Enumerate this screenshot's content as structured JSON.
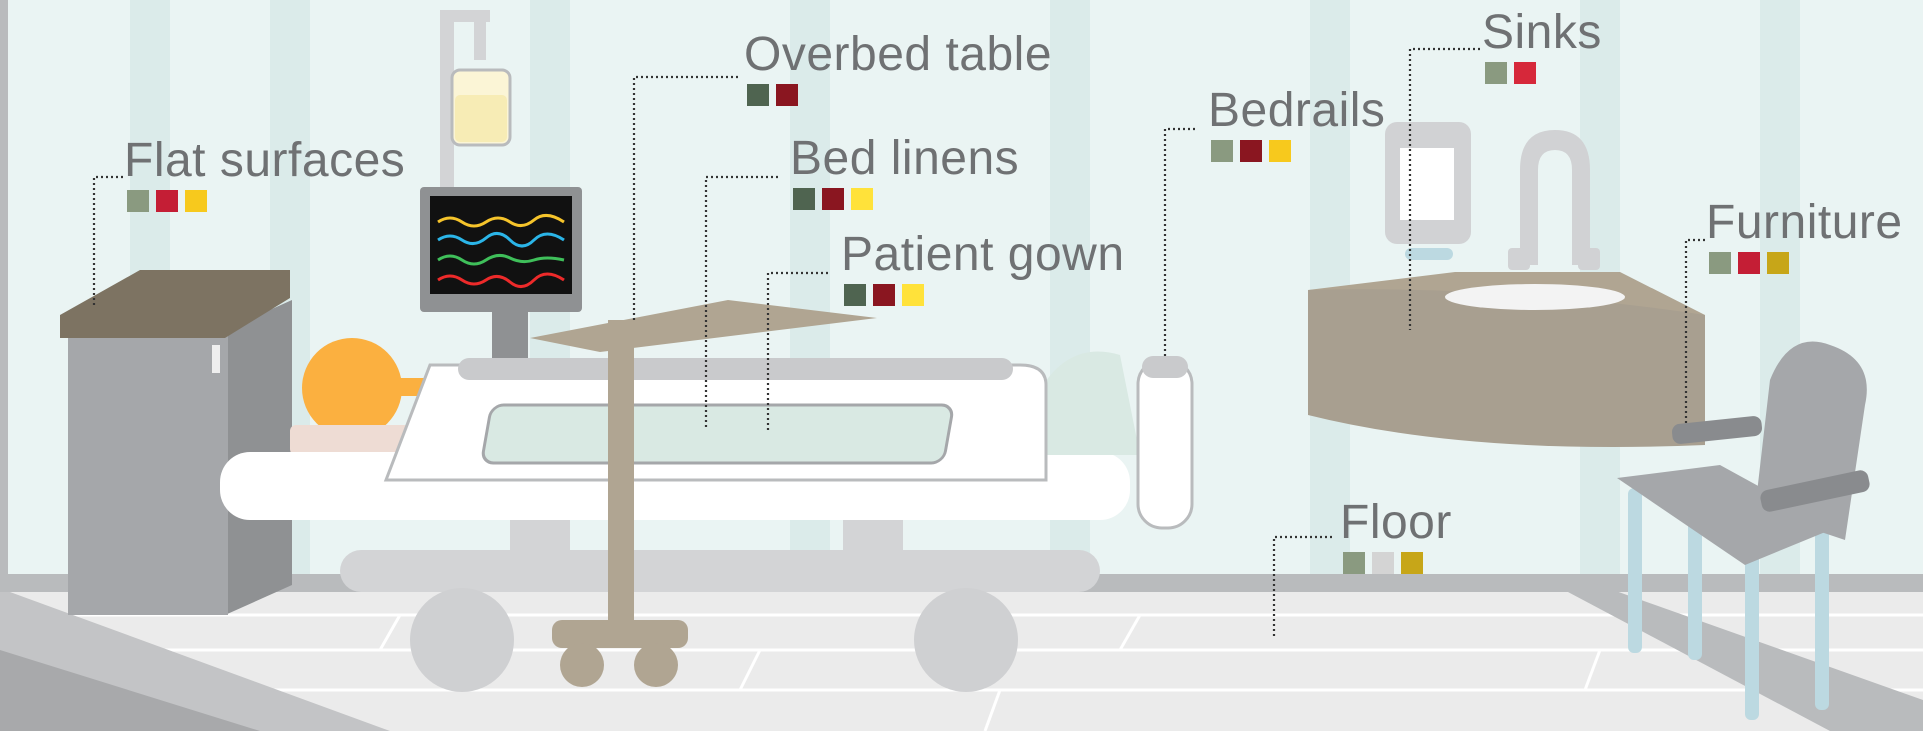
{
  "palette": {
    "wall": "#eaf4f3",
    "wall_stripe": "#dfeeed",
    "floor": "#e8e8e8",
    "gray_object": "#a5a7aa",
    "tan_object": "#a89f90",
    "patient_head": "#fbb040",
    "linen": "#d9e9e3",
    "monitor_wave_colors": [
      "#f6c42b",
      "#2bb5e8",
      "#3fbf5a",
      "#ed2a2a"
    ]
  },
  "swatch_colors": {
    "sage": "#8a9a80",
    "dark_green": "#4f6450",
    "maroon": "#8a1620",
    "red": "#c41e35",
    "crimson": "#d6283a",
    "yellow": "#f7c91d",
    "bright_yellow": "#ffe23a",
    "olive_gold": "#c7a618",
    "light_gray": "#d4d4d4"
  },
  "labels": [
    {
      "id": "flat-surfaces",
      "text": "Flat surfaces",
      "swatches": [
        "sage",
        "red",
        "yellow"
      ]
    },
    {
      "id": "overbed-table",
      "text": "Overbed table",
      "swatches": [
        "dark_green",
        "maroon"
      ]
    },
    {
      "id": "bed-linens",
      "text": "Bed linens",
      "swatches": [
        "dark_green",
        "maroon",
        "bright_yellow"
      ]
    },
    {
      "id": "patient-gown",
      "text": "Patient gown",
      "swatches": [
        "dark_green",
        "maroon",
        "bright_yellow"
      ]
    },
    {
      "id": "bedrails",
      "text": "Bedrails",
      "swatches": [
        "sage",
        "maroon",
        "yellow"
      ]
    },
    {
      "id": "sinks",
      "text": "Sinks",
      "swatches": [
        "sage",
        "crimson"
      ]
    },
    {
      "id": "furniture",
      "text": "Furniture",
      "swatches": [
        "sage",
        "red",
        "olive_gold"
      ]
    },
    {
      "id": "floor",
      "text": "Floor",
      "swatches": [
        "sage",
        "light_gray",
        "olive_gold"
      ]
    }
  ]
}
